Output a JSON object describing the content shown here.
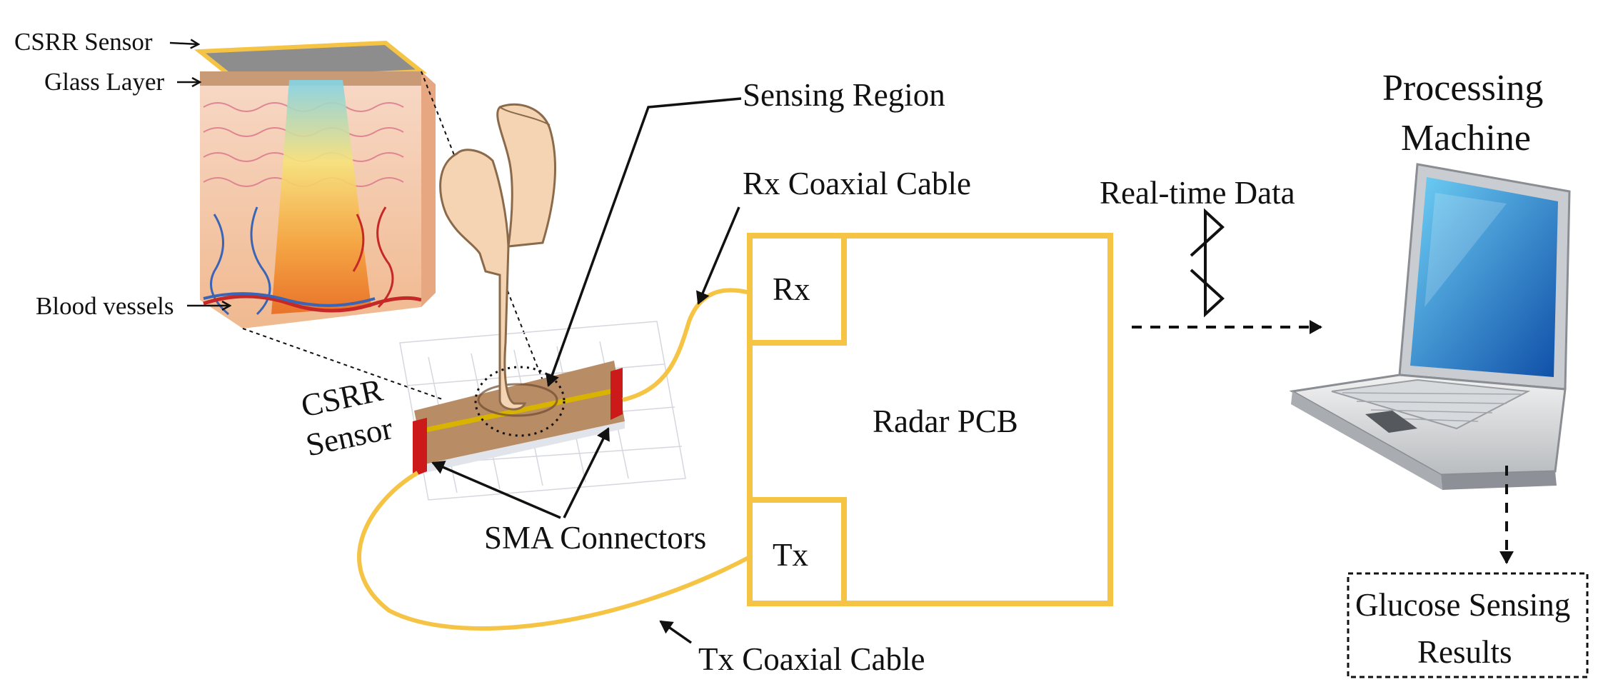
{
  "labels": {
    "csrr_sensor_top": "CSRR Sensor",
    "glass_layer": "Glass Layer",
    "blood_vessels": "Blood vessels",
    "sensing_region": "Sensing Region",
    "rx_coaxial_cable": "Rx Coaxial Cable",
    "tx_coaxial_cable": "Tx Coaxial Cable",
    "csrr_sensor_side_line1": "CSRR",
    "csrr_sensor_side_line2": "Sensor",
    "sma_connectors": "SMA Connectors",
    "rx_port": "Rx",
    "tx_port": "Tx",
    "radar_pcb": "Radar PCB",
    "real_time_data": "Real-time Data",
    "processing_machine_line1": "Processing",
    "processing_machine_line2": "Machine",
    "results_line1": "Glucose Sensing",
    "results_line2": "Results"
  },
  "icons": {
    "wireless": "bluetooth-icon",
    "computer": "laptop-icon",
    "body": "finger-icon",
    "tissue": "skin-cross-section"
  },
  "colors": {
    "cable": "#f6c445",
    "pcb_outline": "#f6c445",
    "connector": "#cc1a1a",
    "sensor_board": "#b88c64",
    "screen": "#1a76c9",
    "arrow": "#111111"
  }
}
